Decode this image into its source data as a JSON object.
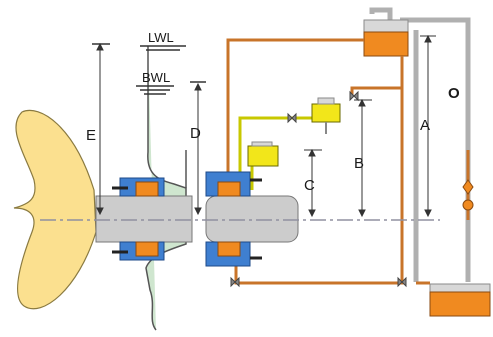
{
  "labels": {
    "lwl": "LWL",
    "bwl": "BWL",
    "e": "E",
    "d": "D",
    "c": "C",
    "b": "B",
    "a": "A",
    "o": "O"
  },
  "colors": {
    "pipe_orange": "#c8742a",
    "tank_orange": "#f08a20",
    "tank_yellow": "#f2e61a",
    "propeller": "#fbe08f",
    "hull_green": "#cfe6cf",
    "seal_blue": "#3f7fd0",
    "shaft_gray": "#cccccc",
    "pipe_gray": "#a7a7a7"
  }
}
